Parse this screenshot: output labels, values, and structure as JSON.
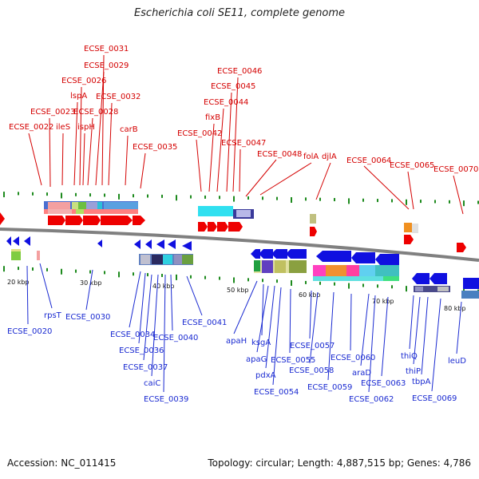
{
  "title": "Escherichia coli SE11, complete genome",
  "footer": {
    "accession": "Accession: NC_011415",
    "stats": "Topology: circular; Length: 4,887,515 bp; Genes: 4,786"
  },
  "colors": {
    "upper_label": "#d40000",
    "lower_label": "#1a2ad1",
    "forward_gene": "#ee0000",
    "reverse_gene": "#1010e0",
    "tick": "#1d8a1d",
    "backbone": "#808080"
  },
  "scale": {
    "kbp_labels": [
      "20 kbp",
      "30 kbp",
      "40 kbp",
      "50 kbp",
      "60 kbp",
      "70 kbp",
      "80 kbp"
    ]
  },
  "upper_genes": [
    "ECSE_0022",
    "ECSE_0023",
    "ileS",
    "lspA",
    "ECSE_0026",
    "ispH",
    "ECSE_0028",
    "ECSE_0029",
    "ECSE_0031",
    "ECSE_0032",
    "carB",
    "ECSE_0035",
    "ECSE_0042",
    "fixB",
    "ECSE_0044",
    "ECSE_0045",
    "ECSE_0046",
    "ECSE_0047",
    "ECSE_0048",
    "folA",
    "djlA",
    "ECSE_0064",
    "ECSE_0065",
    "ECSE_0070"
  ],
  "lower_genes": [
    "ECSE_0020",
    "rpsT",
    "ECSE_0030",
    "ECSE_0034",
    "ECSE_0036",
    "ECSE_0037",
    "caiC",
    "ECSE_0039",
    "ECSE_0040",
    "ECSE_0041",
    "apaH",
    "ksgA",
    "apaG",
    "pdxA",
    "ECSE_0054",
    "ECSE_0055",
    "ECSE_0057",
    "ECSE_0058",
    "ECSE_0059",
    "ECSE_0060",
    "araD",
    "ECSE_0062",
    "ECSE_0063",
    "thiQ",
    "thiP",
    "tbpA",
    "ECSE_0069",
    "leuD"
  ]
}
